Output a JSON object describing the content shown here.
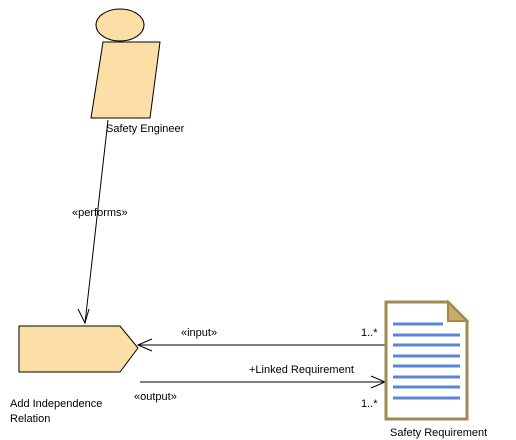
{
  "colors": {
    "shape_fill": "#fbdfa6",
    "outline": "#000000",
    "document_border": "#a08a50",
    "document_fold": "#c8aa6a",
    "document_lines": "#5b86d8",
    "background": "#ffffff"
  },
  "nodes": {
    "safety_engineer": {
      "kind": "actor",
      "label": "Safety Engineer"
    },
    "add_independence_relation": {
      "kind": "activity",
      "label_line1": "Add Independence",
      "label_line2": "Relation"
    },
    "safety_requirement": {
      "kind": "document",
      "label": "Safety Requirement"
    }
  },
  "edges": {
    "performs": {
      "from": "safety_engineer",
      "to": "add_independence_relation",
      "stereotype": "«performs»"
    },
    "input": {
      "from": "safety_requirement",
      "to": "add_independence_relation",
      "stereotype": "«input»",
      "multiplicity": "1..*"
    },
    "output": {
      "from": "add_independence_relation",
      "to": "safety_requirement",
      "stereotype": "«output»",
      "role": "+Linked Requirement",
      "multiplicity": "1..*"
    }
  }
}
